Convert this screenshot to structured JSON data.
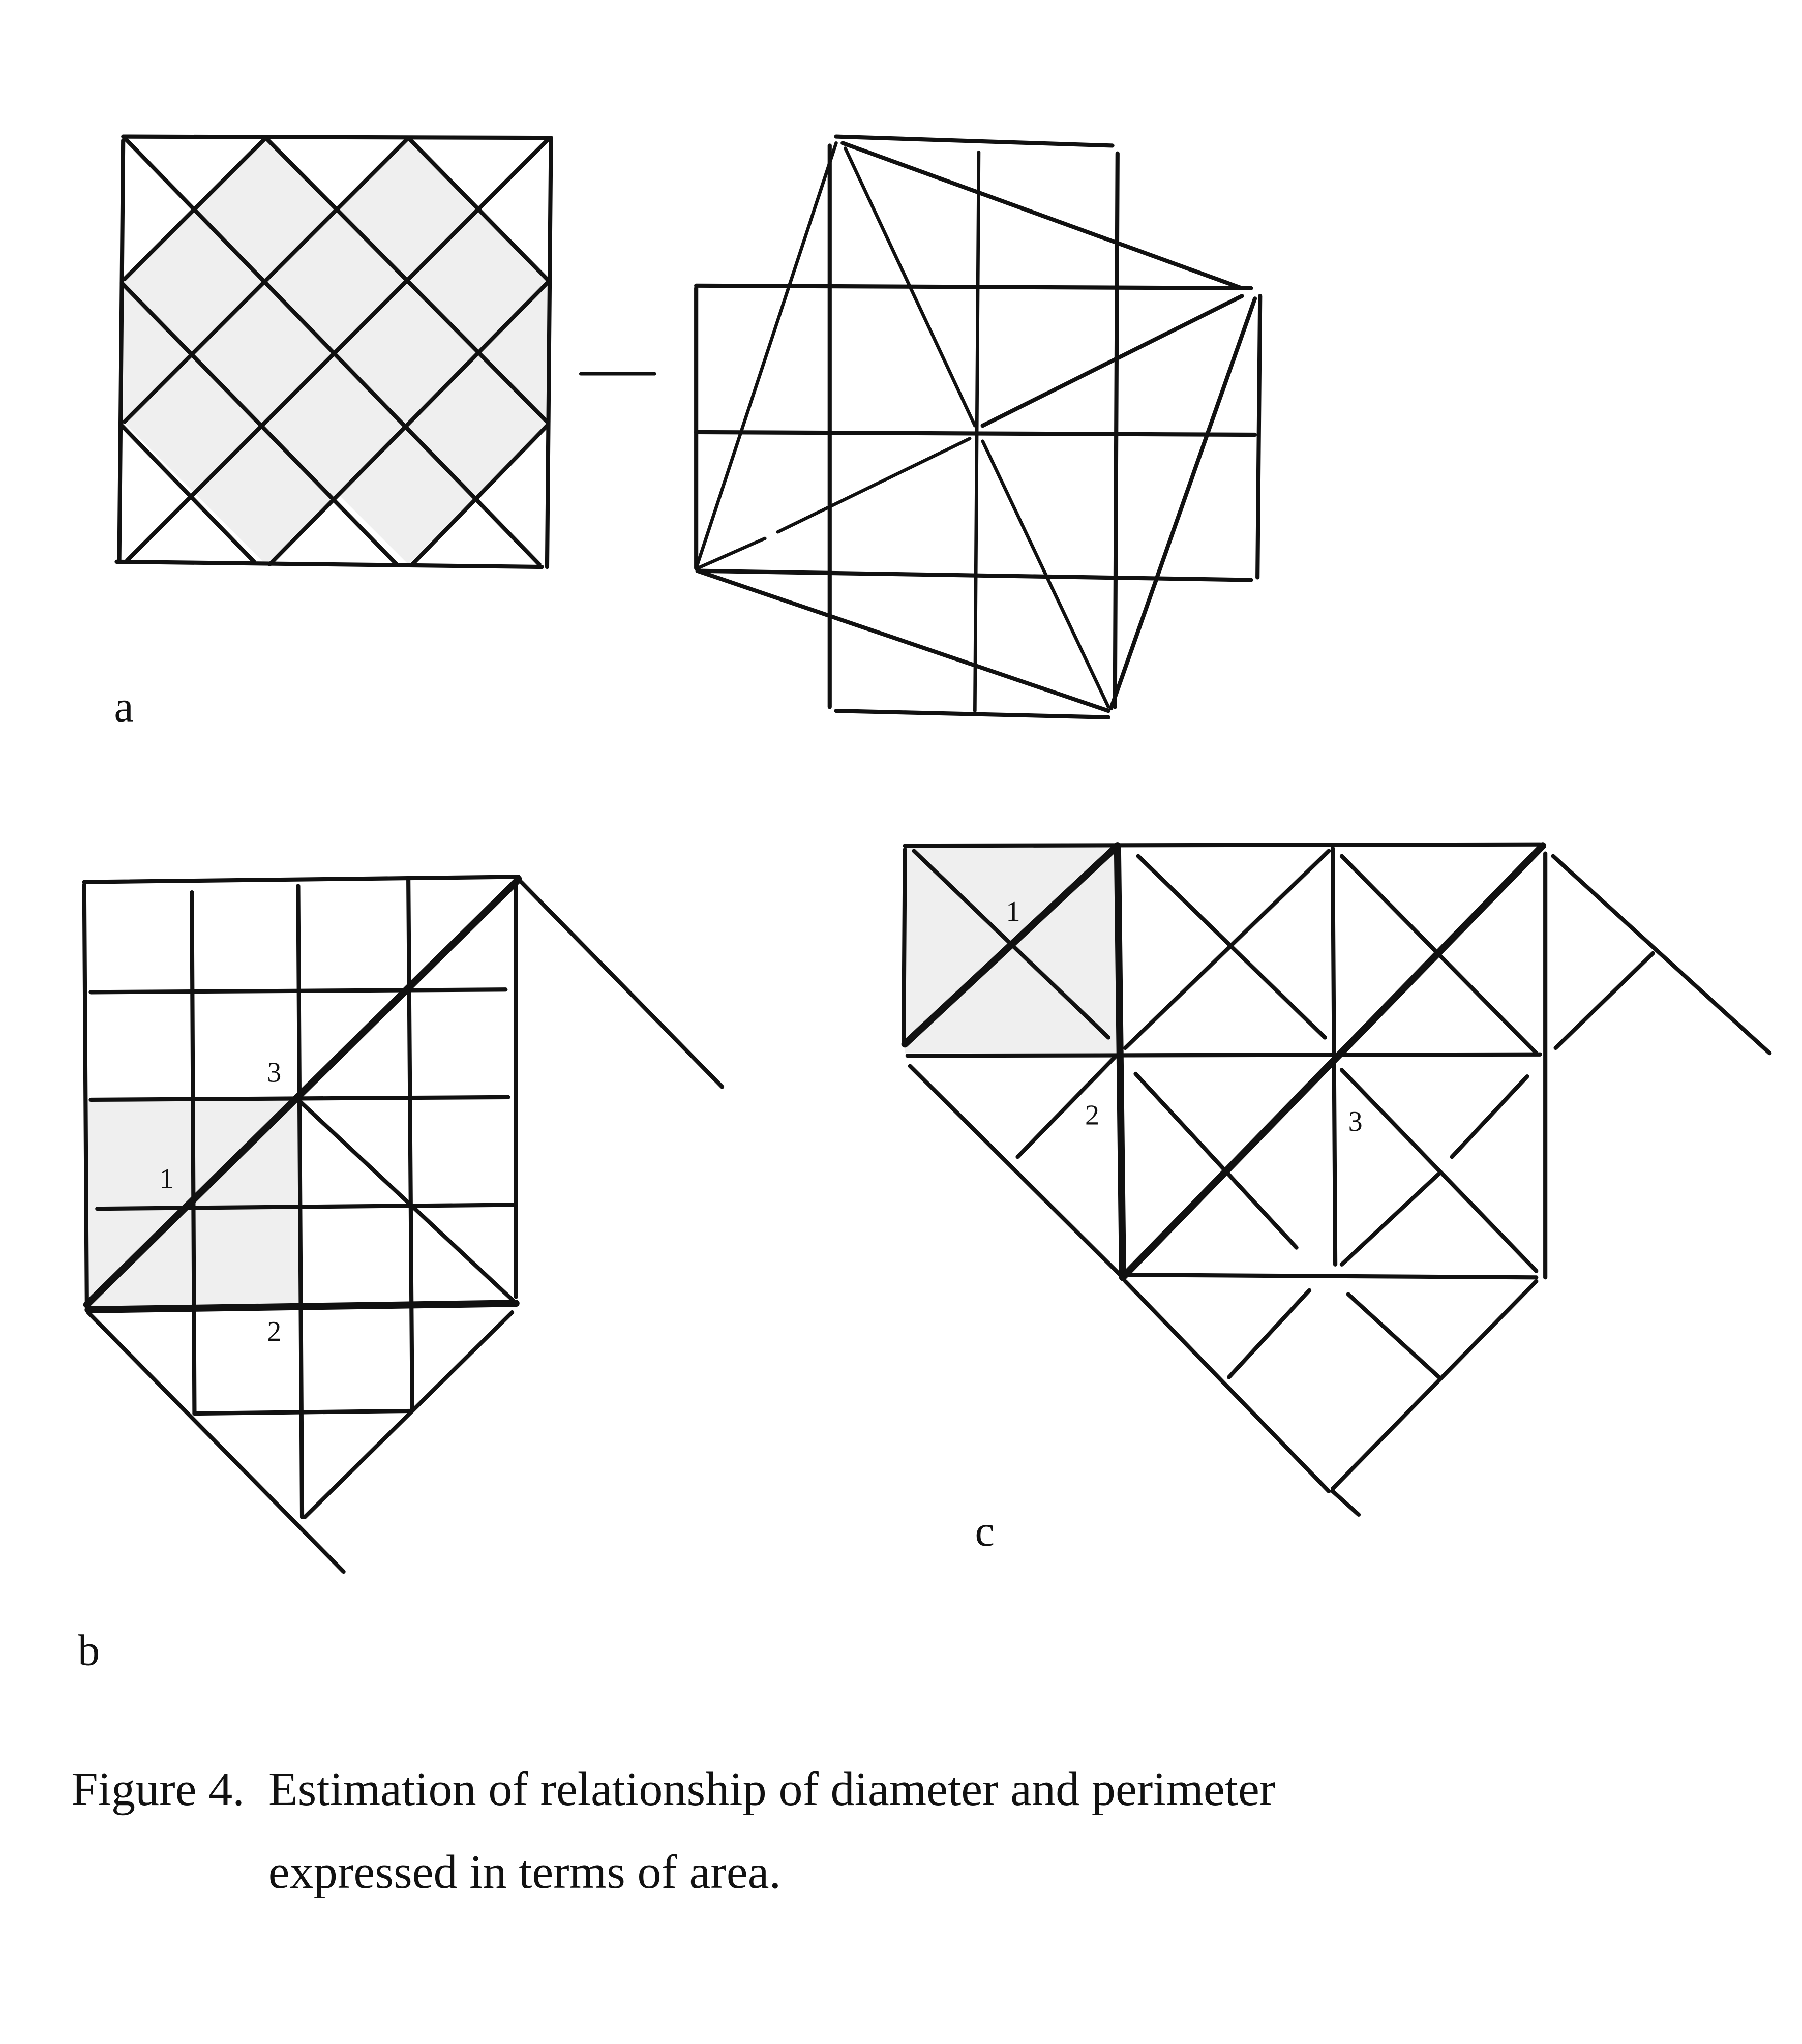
{
  "figure": {
    "panels": {
      "a": {
        "label": "a"
      },
      "b": {
        "label": "b",
        "markers": [
          "1",
          "2",
          "3"
        ]
      },
      "c": {
        "label": "c",
        "markers": [
          "1",
          "2",
          "3"
        ]
      }
    },
    "caption": {
      "line1": "Figure 4.  Estimation of relationship of diameter and perimeter",
      "line2": "expressed in terms of area."
    },
    "colors": {
      "shade": "#efefef",
      "ink": "#111111"
    }
  }
}
